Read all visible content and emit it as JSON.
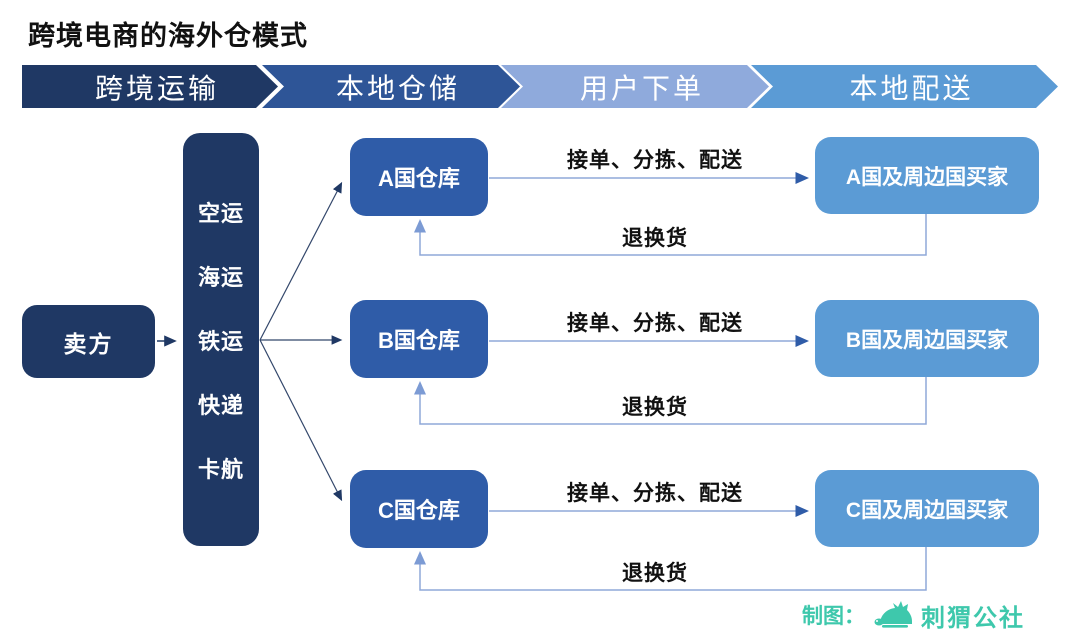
{
  "title": "跨境电商的海外仓模式",
  "banner": {
    "segments": [
      {
        "label": "跨境运输",
        "color": "#1F3864"
      },
      {
        "label": "本地仓储",
        "color": "#2E5597"
      },
      {
        "label": "用户下单",
        "color": "#8FAADC"
      },
      {
        "label": "本地配送",
        "color": "#5B9BD5"
      }
    ]
  },
  "seller": {
    "label": "卖方",
    "color": "#1F3864"
  },
  "transport_modes": {
    "color": "#1F3864",
    "items": [
      {
        "label": "空运"
      },
      {
        "label": "海运"
      },
      {
        "label": "铁运"
      },
      {
        "label": "快递"
      },
      {
        "label": "卡航"
      }
    ]
  },
  "rows": [
    {
      "warehouse": "A国仓库",
      "buyer": "A国及周边国买家",
      "forward_label": "接单、分拣、配送",
      "return_label": "退换货"
    },
    {
      "warehouse": "B国仓库",
      "buyer": "B国及周边国买家",
      "forward_label": "接单、分拣、配送",
      "return_label": "退换货"
    },
    {
      "warehouse": "C国仓库",
      "buyer": "C国及周边国买家",
      "forward_label": "接单、分拣、配送",
      "return_label": "退换货"
    }
  ],
  "colors": {
    "dark_navy": "#1F3864",
    "warehouse_blue": "#2F5CA8",
    "buyer_blue": "#5B9BD5",
    "light_line": "#8FA8D8",
    "brand_teal": "#3EC8AC"
  },
  "footer": {
    "credit_label": "制图：",
    "brand": "刺猬公社",
    "logo_icon": "hedgehog-icon"
  }
}
